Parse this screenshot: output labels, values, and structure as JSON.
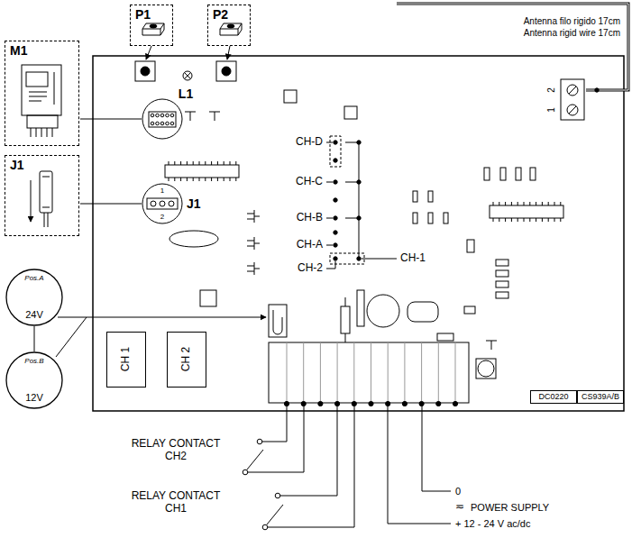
{
  "diagram": {
    "nodes": [
      {
        "text": [
          "P1"
        ]
      },
      {
        "text": [
          "P2"
        ]
      },
      {
        "text": [
          "M1"
        ]
      },
      {
        "text": [
          "J1"
        ]
      },
      {
        "text": [
          "Pos.A",
          "24V"
        ]
      },
      {
        "text": [
          "Pos.B",
          "12V"
        ]
      },
      {
        "text": [
          "CH 1"
        ]
      },
      {
        "text": [
          "CH 2"
        ]
      },
      {
        "text": [
          "DC0220"
        ]
      },
      {
        "text": [
          "CS939A/B"
        ]
      }
    ],
    "edges": [
      {
        "from": 4,
        "to": 5,
        "arrow": "none"
      }
    ],
    "labels": [
      "Antenna filo rigido 17cm",
      "Antenna rigid wire 17cm",
      "2",
      "1",
      "L1",
      "1",
      "2",
      "J1",
      "CH-D",
      "CH-C",
      "CH-B",
      "CH-A",
      "CH-2",
      "CH-1",
      "RELAY CONTACT CH2",
      "RELAY CONTACT CH1",
      "0",
      "≂",
      "POWER SUPPLY",
      "+ 12 - 24 V ac/dc"
    ]
  }
}
